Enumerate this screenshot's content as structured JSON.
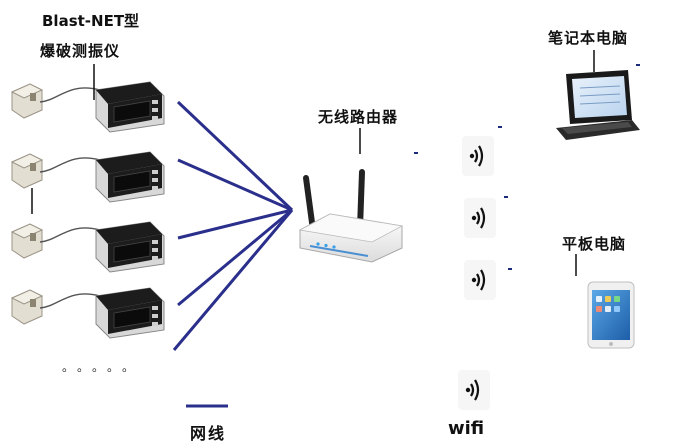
{
  "labels": {
    "device_title": "Blast-NET型",
    "device_subtitle": "爆破测振仪",
    "router": "无线路由器",
    "laptop": "笔记本电脑",
    "tablet": "平板电脑",
    "legend_wired": "网线",
    "legend_wifi": "wifi",
    "more_dots": "。。。。。"
  },
  "colors": {
    "network_line": "#2b2f8c",
    "device_body": "#1c1c1c",
    "device_screen": "#0b0b0b",
    "sensor_box": "#d9d4c8",
    "router_body": "#f4f4f4"
  },
  "seismographs": {
    "count": 4
  },
  "wifi_signals": {
    "count": 4
  },
  "icons": [
    "sensor-box-icon",
    "seismograph-icon",
    "router-icon",
    "wifi-signal-icon",
    "laptop-icon",
    "tablet-icon"
  ]
}
